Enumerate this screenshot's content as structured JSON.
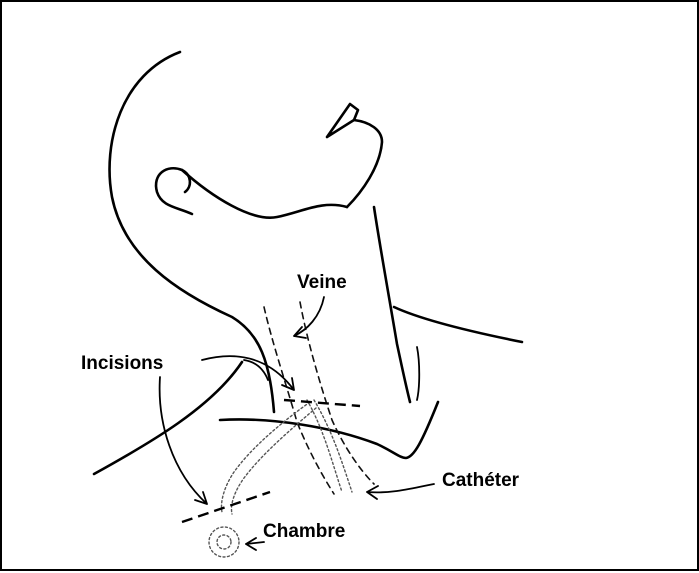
{
  "labels": {
    "veine": "Veine",
    "incisions": "Incisions",
    "catheter": "Cathéter",
    "chambre": "Chambre"
  },
  "colors": {
    "ink": "#000000",
    "background": "#ffffff",
    "catheter_outline": "#555555"
  }
}
